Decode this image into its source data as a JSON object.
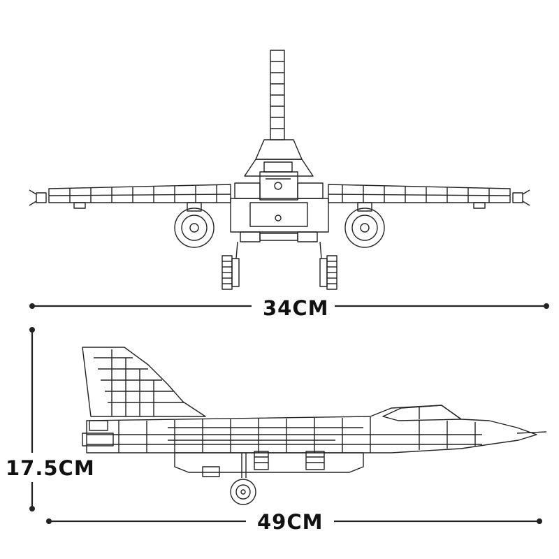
{
  "dimensions": {
    "width_label": "34CM",
    "length_label": "49CM",
    "height_label": "17.5CM"
  },
  "views": {
    "front": "front-view",
    "side": "side-view"
  },
  "colors": {
    "line": "#222222",
    "background": "#ffffff",
    "text": "#111111"
  }
}
